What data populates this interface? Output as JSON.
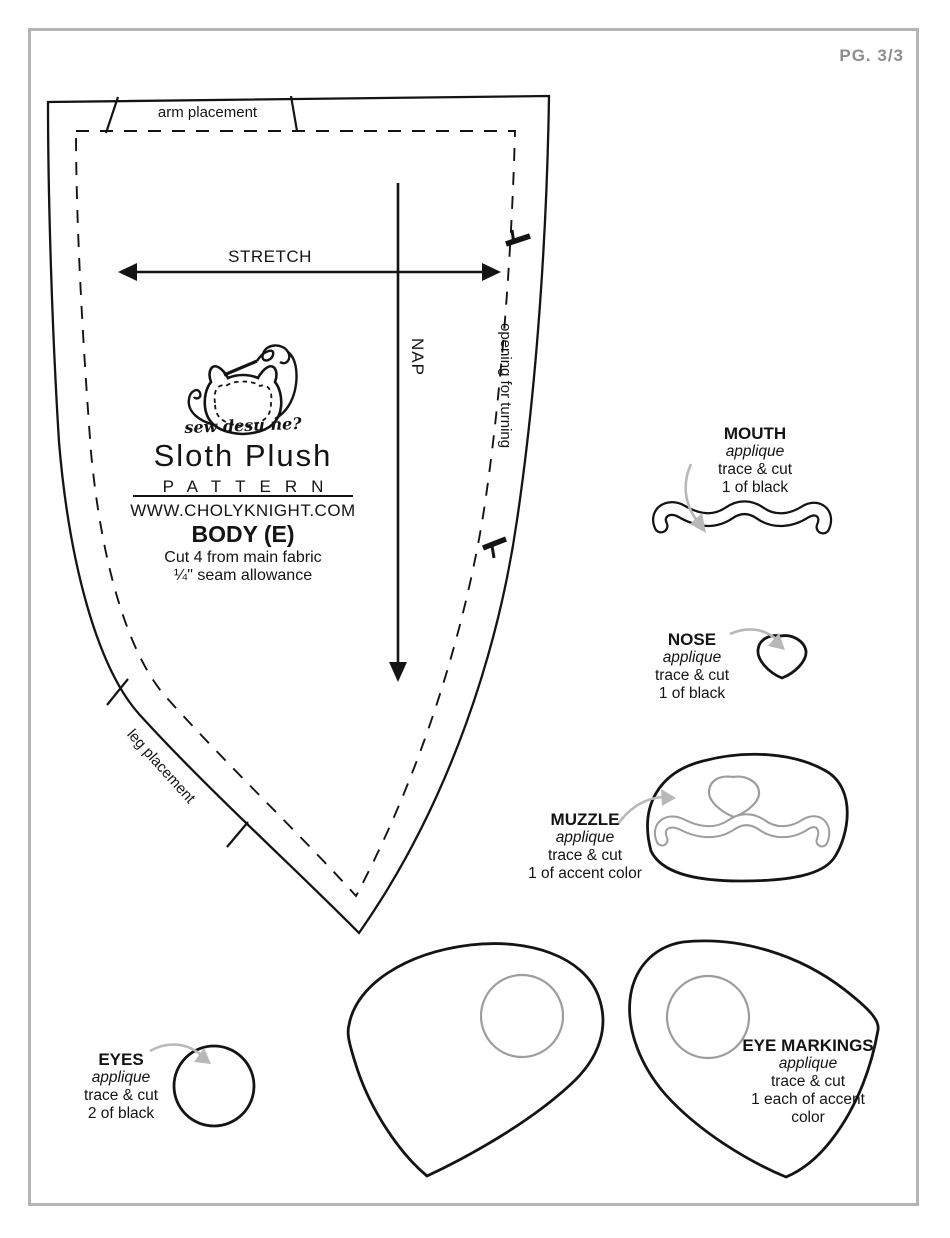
{
  "page": {
    "number": "PG. 3/3"
  },
  "body_piece": {
    "arm_placement": "arm placement",
    "leg_placement": "leg placement",
    "stretch": "STRETCH",
    "nap": "NAP",
    "opening": "opening for turning",
    "logo_script": "sew desu ne?",
    "title": "Sloth Plush",
    "pattern_label": "PATTERN",
    "website": "WWW.CHOLYKNIGHT.COM",
    "piece_label": "BODY (E)",
    "cut_note": "Cut 4 from main fabric",
    "seam_note": "¼\" seam allowance"
  },
  "appliques": {
    "mouth": {
      "title": "MOUTH",
      "lines": [
        "applique",
        "trace & cut",
        "1 of black"
      ]
    },
    "nose": {
      "title": "NOSE",
      "lines": [
        "applique",
        "trace & cut",
        "1 of black"
      ]
    },
    "muzzle": {
      "title": "MUZZLE",
      "lines": [
        "applique",
        "trace & cut",
        "1 of accent color"
      ]
    },
    "eyes": {
      "title": "EYES",
      "lines": [
        "applique",
        "trace & cut",
        "2 of black"
      ]
    },
    "eye_markings": {
      "title": "EYE MARKINGS",
      "lines": [
        "applique",
        "trace & cut",
        "1 each of accent",
        "color"
      ]
    }
  },
  "colors": {
    "ink": "#141414",
    "trace_gray": "#9d9d9d",
    "page_border": "#b4b4b4",
    "page_number": "#8d8d8d",
    "callout_arrow": "#b8b8b8"
  }
}
